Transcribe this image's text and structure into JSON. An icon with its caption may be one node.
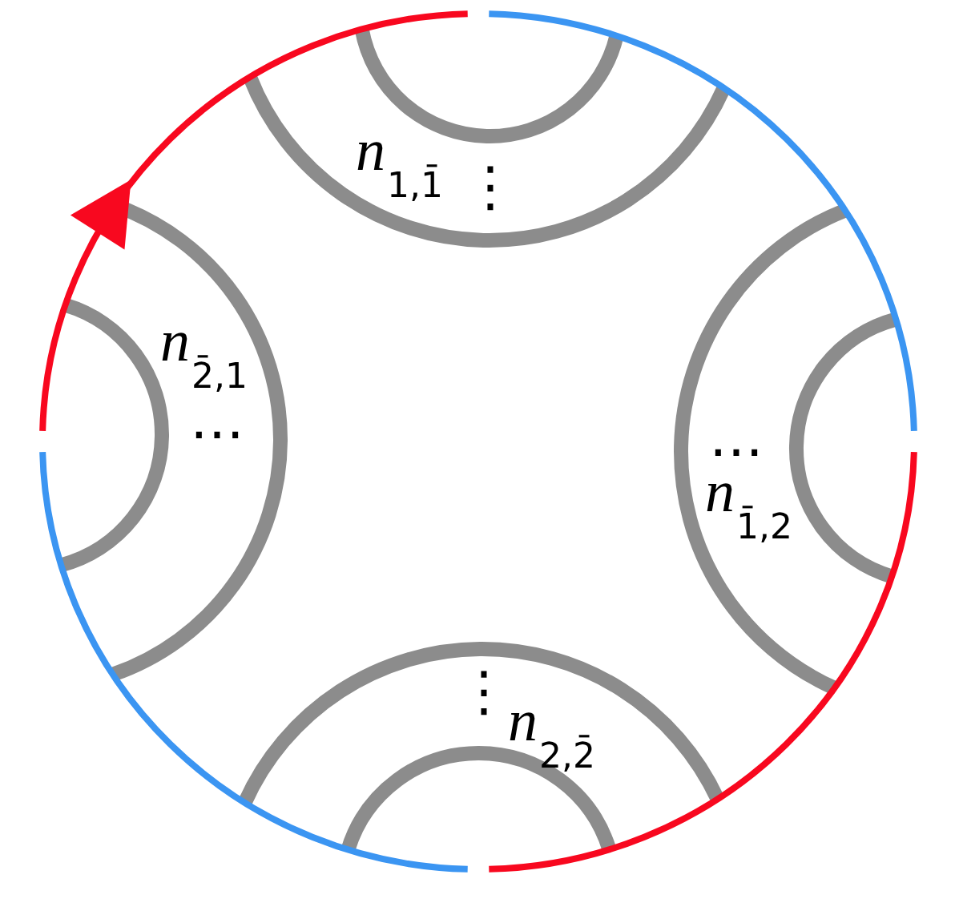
{
  "diagram": {
    "labels": [
      "*n*$_{1,1̄}$",
      "⋮",
      "*n*$_{2̄,1}$",
      "⋯",
      "⋯",
      "*n*$_{1̄,2}$",
      "⋮",
      "*n*$_{2,2̄}$"
    ]
  }
}
